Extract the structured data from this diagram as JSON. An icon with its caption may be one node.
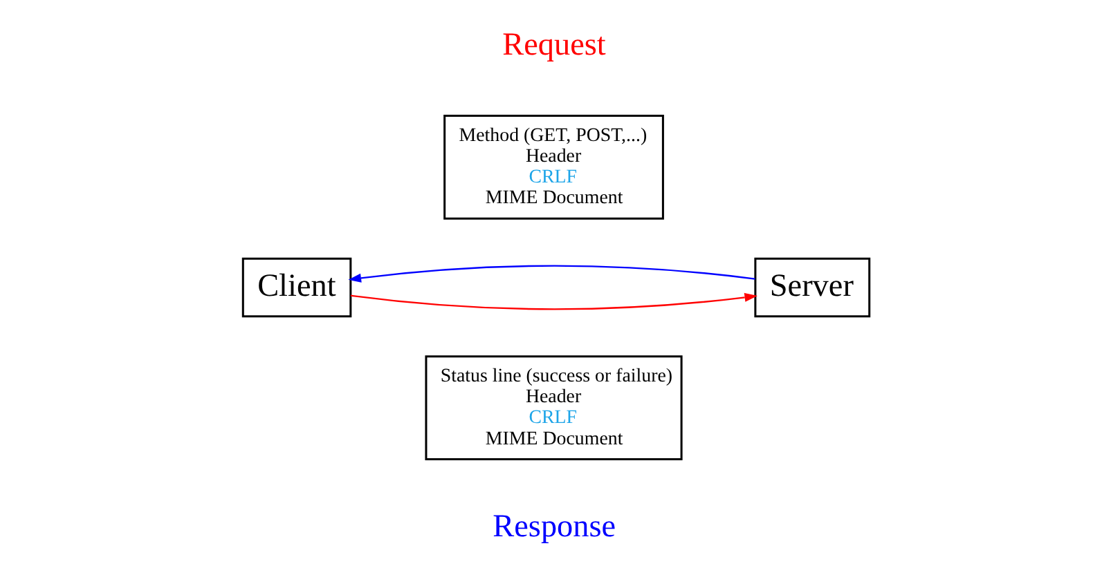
{
  "diagram": {
    "nodes": [
      {
        "text": [
          "Client"
        ]
      },
      {
        "text": [
          "Server"
        ]
      },
      {
        "text": [
          "Method (GET, POST,...)",
          "Header",
          "CRLF",
          "MIME Document"
        ]
      },
      {
        "text": [
          "Status line (success or failure)",
          "Header",
          "CRLF",
          "MIME Document"
        ]
      }
    ],
    "edges": [
      {
        "from": 0,
        "to": 1,
        "arrow": "to",
        "color": "#ff0000"
      },
      {
        "from": 1,
        "to": 0,
        "arrow": "to",
        "color": "#0000ff"
      }
    ],
    "labels": [
      "Request",
      "Response"
    ]
  }
}
